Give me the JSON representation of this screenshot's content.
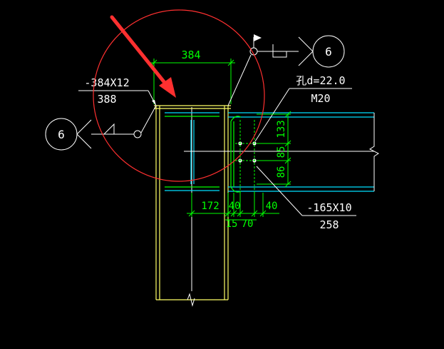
{
  "drawing": {
    "cap_plate_width": "384",
    "cap_plate_spec": "-384X12",
    "cap_plate_length": "388",
    "weld_symbol_left": "6",
    "weld_symbol_right": "6",
    "bolt_hole": "孔d=22.0",
    "bolt_spec": "M20",
    "dim_v_top": "133",
    "dim_v_mid": "85",
    "dim_v_bot": "86",
    "dim_h_172": "172",
    "dim_h_40a": "40",
    "dim_h_40b": "40",
    "dim_h_15": "15",
    "dim_h_70": "70",
    "end_plate_spec": "-165X10",
    "end_plate_length": "258"
  },
  "colors": {
    "background": "#000000",
    "dimension": "#00ff00",
    "steel_yellow": "#ffff66",
    "cyan": "#00e0ff",
    "white": "#ffffff",
    "highlight_circle": "#ff3030",
    "arrow": "#ff3030"
  }
}
